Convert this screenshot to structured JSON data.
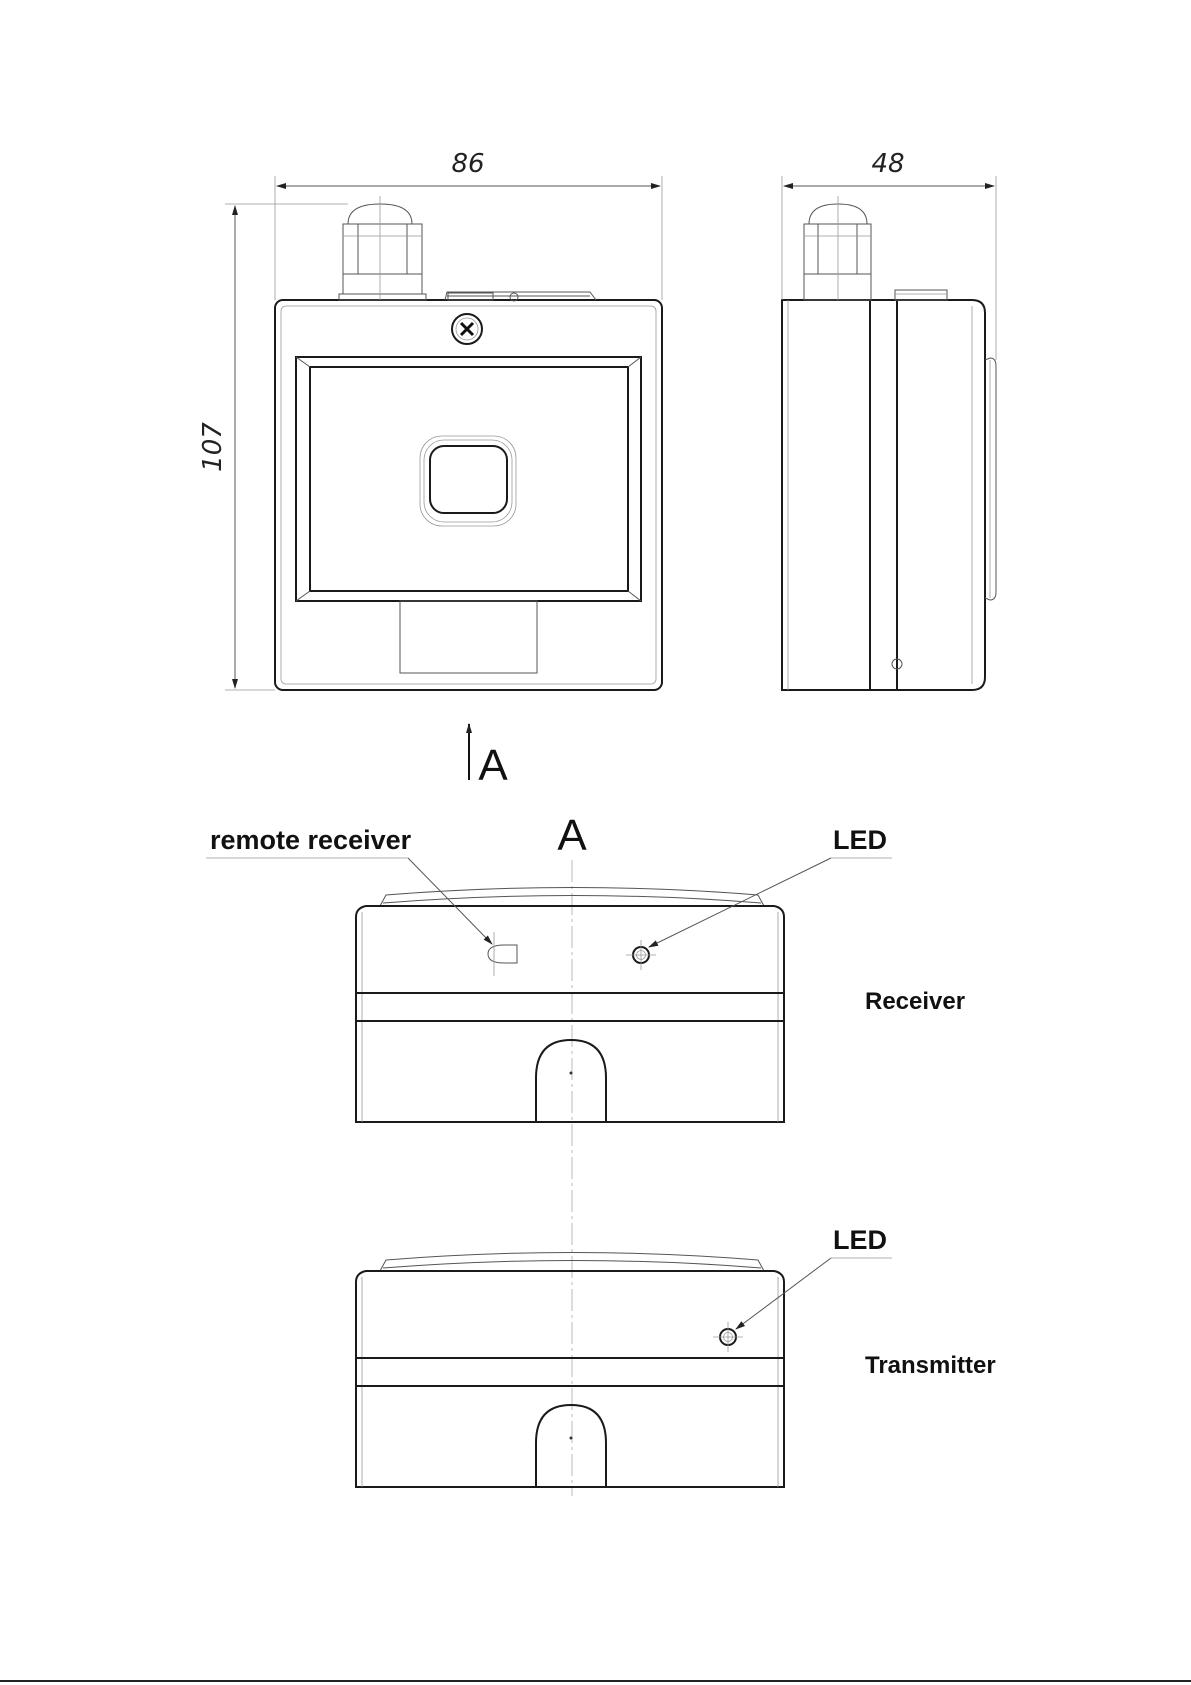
{
  "dimensions": {
    "width": "86",
    "depth": "48",
    "height": "107"
  },
  "view": {
    "arrow_letter": "A",
    "section_title": "A"
  },
  "callouts": {
    "remote_receiver": "remote receiver",
    "led_receiver": "LED",
    "led_transmitter": "LED"
  },
  "units": {
    "receiver": "Receiver",
    "transmitter": "Transmitter"
  }
}
